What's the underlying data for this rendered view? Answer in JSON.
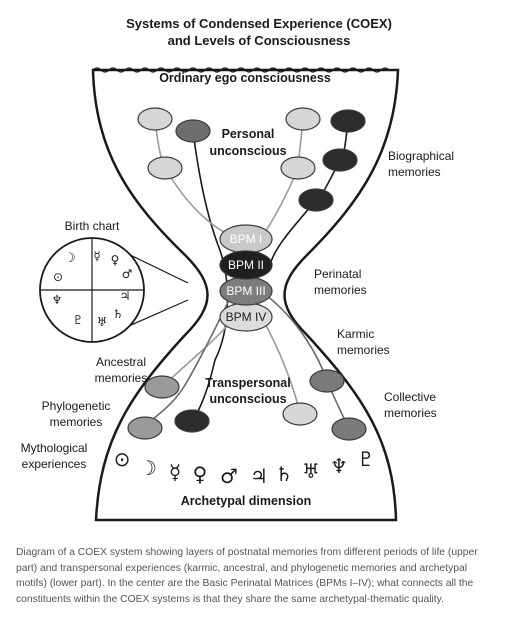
{
  "title_lines": [
    "Systems of Condensed Experience (COEX)",
    "and Levels of Consciousness"
  ],
  "top_label": "Ordinary ego consciousness",
  "bottom_label": "Archetypal dimension",
  "personal_unconscious": [
    "Personal",
    "unconscious"
  ],
  "transpersonal_unconscious": [
    "Transpersonal",
    "unconscious"
  ],
  "birth_chart_label": "Birth chart",
  "chart_glyphs": [
    "☽",
    "☿",
    "♀",
    "⊙",
    "♂",
    "♆",
    "♃",
    "♅",
    "♄",
    "♇"
  ],
  "bpms": [
    "BPM I",
    "BPM II",
    "BPM III",
    "BPM IV"
  ],
  "right_labels": {
    "biographical": [
      "Biographical",
      "memories"
    ],
    "perinatal": [
      "Perinatal",
      "memories"
    ],
    "karmic": [
      "Karmic",
      "memories"
    ],
    "collective": [
      "Collective",
      "memories"
    ]
  },
  "left_labels": {
    "ancestral": [
      "Ancestral",
      "memories"
    ],
    "phylogenetic": [
      "Phylogenetic",
      "memories"
    ],
    "mythological": [
      "Mythological",
      "experiences"
    ]
  },
  "planet_glyphs": [
    "⊙",
    "☽",
    "☿",
    "♀",
    "♂",
    "♃",
    "♄",
    "♅",
    "♆",
    "♇"
  ],
  "caption": "Diagram of a COEX system showing layers of postnatal memories from different periods of life (upper part) and transpersonal experiences (karmic, ancestral, and phylogenetic memories and archetypal motifs) (lower part). In the center are the Basic Perinatal Matrices (BPMs I–IV); what connects all the constituents within the COEX systems is that they share the same archetypal-thematic quality.",
  "colors": {
    "light": "#d6d6d6",
    "mid": "#8a8a8a",
    "dark": "#2c2c2c",
    "bpm_light": "#c9c9c9",
    "bpm_mid": "#7d7d7d",
    "bpm_dark": "#1f1f1f",
    "bpm_pale": "#dcdcdc"
  }
}
